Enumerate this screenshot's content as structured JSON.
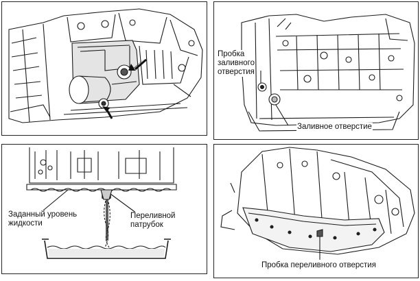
{
  "colors": {
    "line": "#1a1a1a",
    "background": "#ffffff",
    "shade": "#d9d9d9",
    "oil": "#e9e9e9"
  },
  "icons": [
    "arrow-pointer-icon",
    "arrow-pointer-icon"
  ],
  "panel_bottom_left": {
    "label_level": "Заданный уровень\nжидкости",
    "label_overflow_tube": "Переливной\nпатрубок"
  },
  "panel_top_right": {
    "label_fill_plug": "Пробка\nзаливного\nотверстия",
    "label_fill_hole": "Заливное отверстие"
  },
  "panel_bottom_right": {
    "label_overflow_plug": "Пробка переливного отверстия"
  }
}
